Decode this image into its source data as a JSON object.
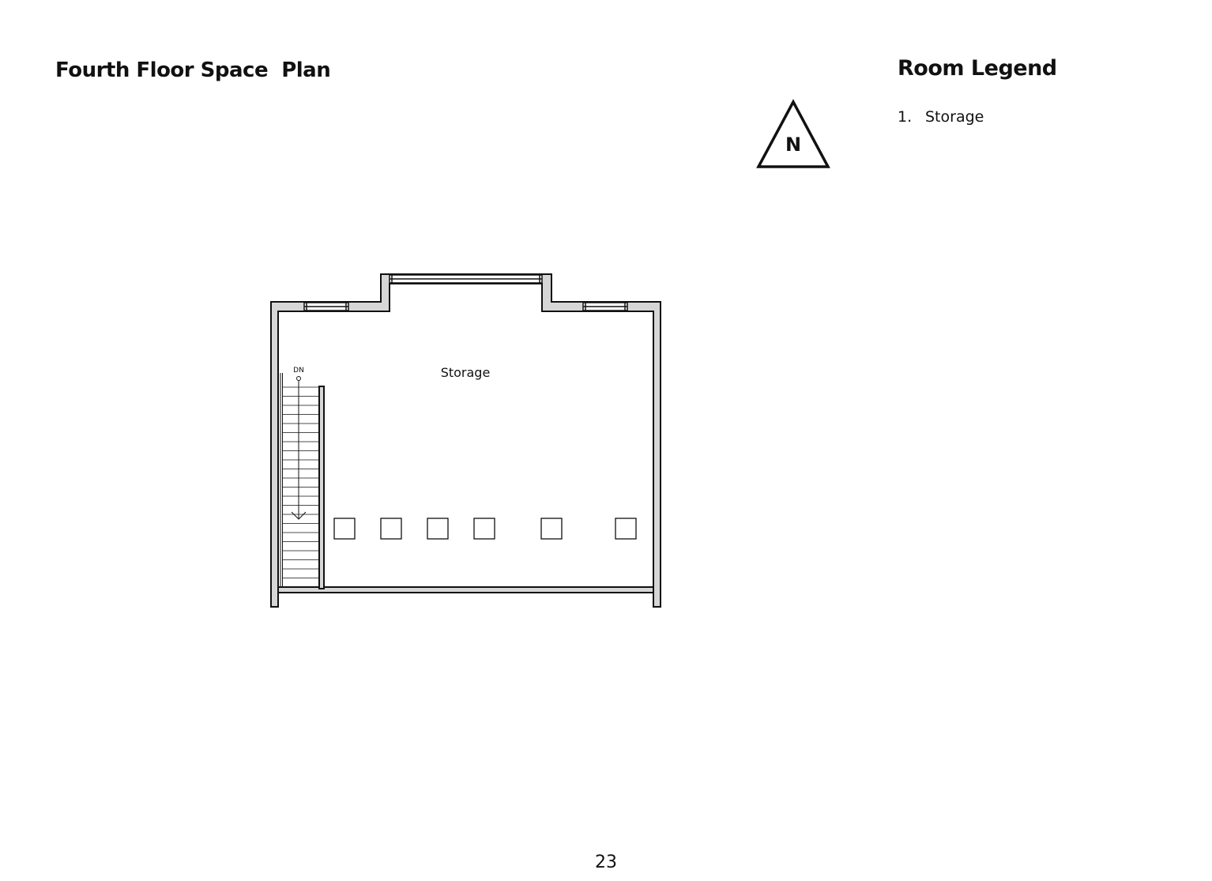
{
  "page": {
    "title": "Fourth Floor Space  Plan",
    "page_number": "23"
  },
  "legend": {
    "title": "Room Legend",
    "items": [
      {
        "number": "1.",
        "label": "Storage"
      }
    ]
  },
  "compass": {
    "letter": "N",
    "icon": "north-arrow-icon"
  },
  "plan": {
    "room_label": "Storage",
    "stair_label": "DN",
    "wall_fill": "#d6d6d6",
    "line_color": "#111111"
  }
}
